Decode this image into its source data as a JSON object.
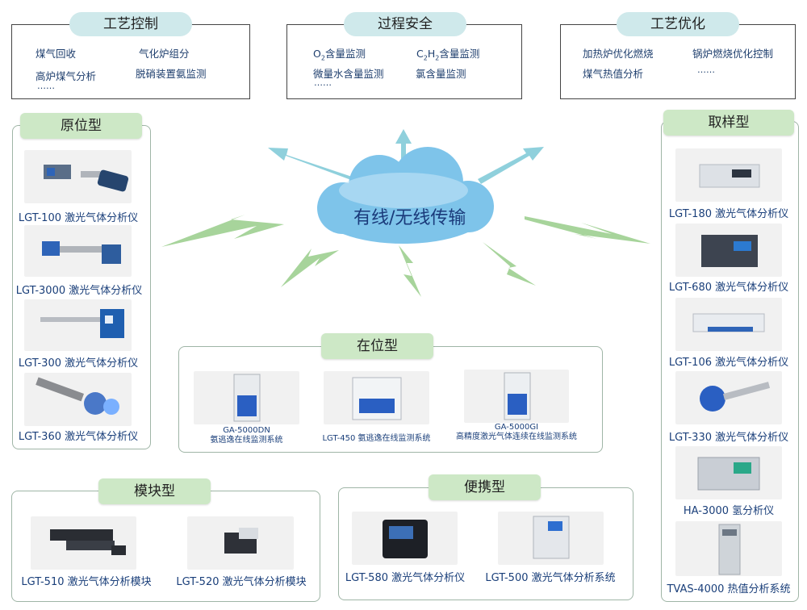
{
  "top_boxes": [
    {
      "title": "工艺控制",
      "items": [
        "煤气回收",
        "气化炉组分",
        "高炉煤气分析",
        "脱硝装置氨监测",
        "……"
      ]
    },
    {
      "title": "过程安全",
      "items": [
        "O2含量监测",
        "C2H2含量监测",
        "微量水含量监测",
        "氯含量监测",
        "……"
      ]
    },
    {
      "title": "工艺优化",
      "items": [
        "加热炉优化燃烧",
        "锅炉燃烧优化控制",
        "煤气热值分析",
        "……"
      ]
    }
  ],
  "cloud": {
    "label": "有线/无线传输"
  },
  "groups": {
    "in_situ": {
      "title": "原位型",
      "products": [
        "LGT-100 激光气体分析仪",
        "LGT-3000 激光气体分析仪",
        "LGT-300 激光气体分析仪",
        "LGT-360 激光气体分析仪"
      ]
    },
    "sampling": {
      "title": "取样型",
      "products": [
        "LGT-180 激光气体分析仪",
        "LGT-680 激光气体分析仪",
        "LGT-106 激光气体分析仪",
        "LGT-330 激光气体分析仪",
        "HA-3000 氢分析仪",
        "TVAS-4000 热值分析系统"
      ]
    },
    "online": {
      "title": "在位型",
      "products": [
        {
          "model": "GA-5000DN",
          "desc": "氨逃逸在线监测系统"
        },
        {
          "model": "",
          "desc": "LGT-450 氨逃逸在线监测系统"
        },
        {
          "model": "GA-5000GI",
          "desc": "高精度激光气体连续在线监测系统"
        }
      ]
    },
    "module": {
      "title": "模块型",
      "products": [
        "LGT-510 激光气体分析模块",
        "LGT-520 激光气体分析模块"
      ]
    },
    "portable": {
      "title": "便携型",
      "products": [
        "LGT-580 激光气体分析仪",
        "LGT-500 激光气体分析系统"
      ]
    }
  },
  "colors": {
    "arrow": "#8fd0dc",
    "bolt": "#a7d49b",
    "cloud": "#7ec4ea",
    "group_border": "#9fb5a6",
    "pill_blue": "#cfe9eb",
    "pill_green": "#cde8c6"
  }
}
